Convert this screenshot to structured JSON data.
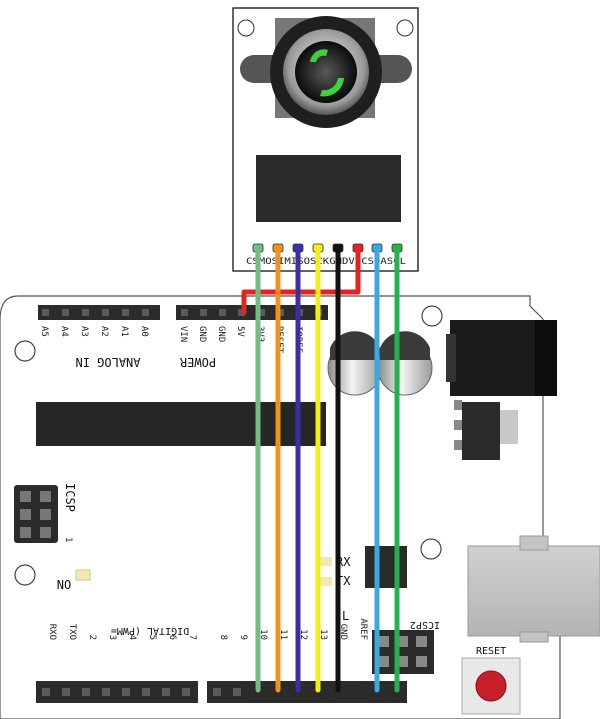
{
  "camera_module": {
    "pins": [
      "CS",
      "MOSI",
      "MISO",
      "SCK",
      "GND",
      "VCC",
      "SDA",
      "SCL"
    ],
    "pin_label": "CSMOSIMISOSCKGNDVCCSDASCL"
  },
  "board": {
    "analog_header_label": "ANALOG IN",
    "analog_pins": [
      "A5",
      "A4",
      "A3",
      "A2",
      "A1",
      "A0"
    ],
    "power_header_label": "POWER",
    "power_pins": [
      "VIN",
      "GND",
      "GND",
      "5V",
      "3V3",
      "RESET",
      "IOREF"
    ],
    "icsp_label": "ICSP",
    "icsp_pin1": "1",
    "on_label": "ON",
    "rx_label": "RX",
    "tx_label": "TX",
    "l_label": "L",
    "icsp2_label": "ICSP2",
    "digital_label": "DIGITAL (PWM=",
    "digital_pins": [
      "RXO",
      "TXO",
      "2",
      "3",
      "4",
      "5",
      "6",
      "7"
    ],
    "digital_pins_2": [
      "8",
      "9",
      "10",
      "11",
      "12",
      "13",
      "GND",
      "AREF"
    ],
    "aref_label": "AREF",
    "reset_label": "RESET"
  },
  "wires": [
    {
      "pin": "CS",
      "color": "#6fbf7f"
    },
    {
      "pin": "MOSI",
      "color": "#f0921c"
    },
    {
      "pin": "MISO",
      "color": "#3a2fa8"
    },
    {
      "pin": "SCK",
      "color": "#f5ee1a"
    },
    {
      "pin": "GND",
      "color": "#111111"
    },
    {
      "pin": "VCC",
      "color": "#e52222"
    },
    {
      "pin": "SDA",
      "color": "#3aa9e0"
    },
    {
      "pin": "SCL",
      "color": "#27b04e"
    }
  ]
}
